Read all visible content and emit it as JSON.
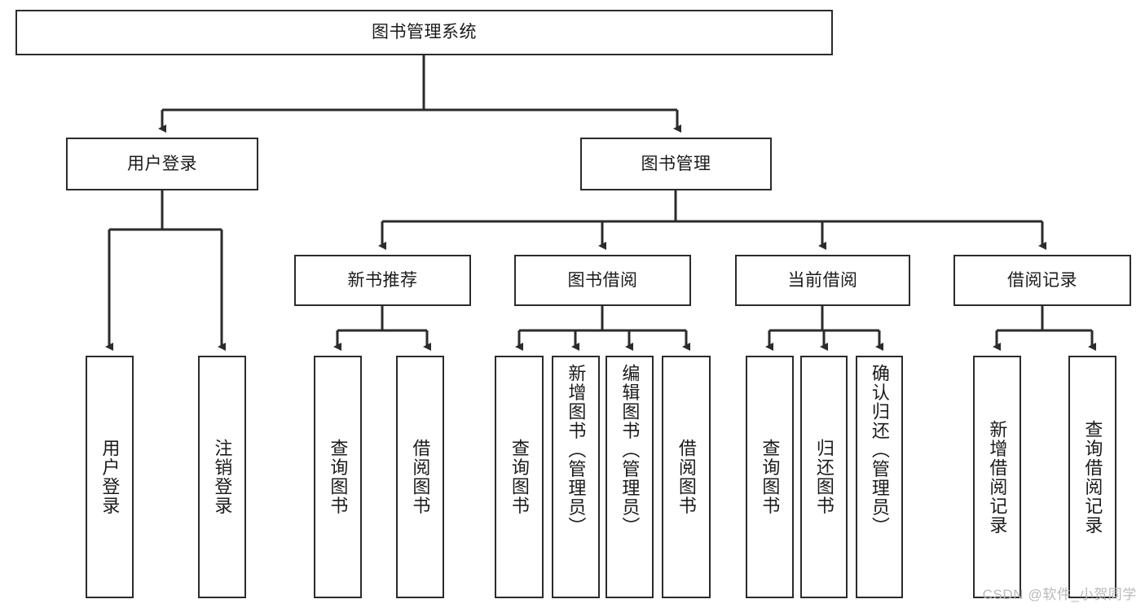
{
  "diagram": {
    "title": "图书管理系统",
    "watermark": "CSDN @软件_小贺同学",
    "line_color": "#2b2b2b",
    "box_fill": "#ffffff",
    "text_color": "#1b1b1b",
    "watermark_color": "#b9b9b9"
  },
  "root": {
    "label": "图书管理系统"
  },
  "level1": [
    {
      "label": "用户登录"
    },
    {
      "label": "图书管理"
    }
  ],
  "level2": [
    {
      "label": "新书推荐"
    },
    {
      "label": "图书借阅"
    },
    {
      "label": "当前借阅"
    },
    {
      "label": "借阅记录"
    }
  ],
  "leaves": {
    "user_login": [
      {
        "label": "用户登录"
      },
      {
        "label": "注销登录"
      }
    ],
    "new_book_recommend": [
      {
        "label": "查询图书"
      },
      {
        "label": "借阅图书"
      }
    ],
    "book_borrow": [
      {
        "label": "查询图书"
      },
      {
        "label": "新增图书（管理员）"
      },
      {
        "label": "编辑图书（管理员）"
      },
      {
        "label": "借阅图书"
      }
    ],
    "current_borrow": [
      {
        "label": "查询图书"
      },
      {
        "label": "归还图书"
      },
      {
        "label": "确认归还（管理员）"
      }
    ],
    "borrow_record": [
      {
        "label": "新增借阅记录"
      },
      {
        "label": "查询借阅记录"
      }
    ]
  }
}
